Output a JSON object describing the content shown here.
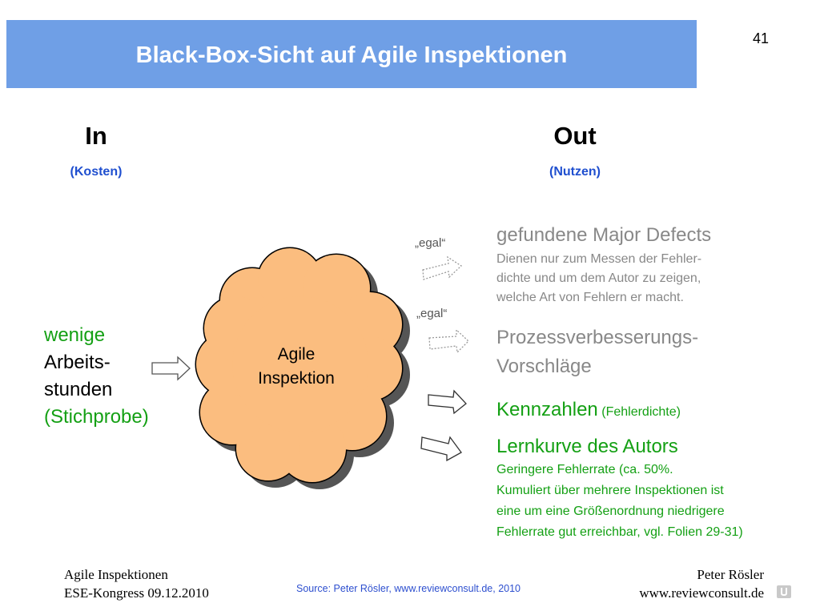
{
  "slide": {
    "title": "Black-Box-Sicht auf Agile Inspektionen",
    "page_number": "41"
  },
  "in_column": {
    "heading": "In",
    "subheading": "(Kosten)",
    "line1": "wenige",
    "line2": "Arbeits-",
    "line3": "stunden",
    "line4": "(Stichprobe)"
  },
  "out_column": {
    "heading": "Out",
    "subheading": "(Nutzen)"
  },
  "center": {
    "line1": "Agile",
    "line2": "Inspektion"
  },
  "labels": {
    "egal_1": "„egal“",
    "egal_2": "„egal“"
  },
  "outputs": {
    "major_defects": {
      "heading": "gefundene Major Defects",
      "body1": "Dienen nur zum Messen der Fehler-",
      "body2": "dichte und um dem Autor zu zeigen,",
      "body3": "welche Art von Fehlern er macht."
    },
    "prozess": {
      "line1": "Prozessverbesserungs-",
      "line2": "Vorschläge"
    },
    "kennzahlen": {
      "heading": "Kennzahlen",
      "suffix": "(Fehlerdichte)"
    },
    "lernkurve": {
      "heading": "Lernkurve des Autors",
      "body1": "Geringere Fehlerrate (ca. 50%.",
      "body2": "Kumuliert über mehrere Inspektionen ist",
      "body3": "eine um eine Größenordnung niedrigere",
      "body4": "Fehlerrate gut erreichbar, vgl. Folien 29-31)"
    }
  },
  "footer": {
    "left_line1": "Agile Inspektionen",
    "left_line2": "ESE-Kongress 09.12.2010",
    "source": "Source: Peter Rösler, www.reviewconsult.de, 2010",
    "right_line1": "Peter Rösler",
    "right_line2": "www.reviewconsult.de"
  },
  "colors": {
    "title_bar": "#6f9fe6",
    "subheading_blue": "#1f4fcf",
    "green": "#14a014",
    "grey": "#888888",
    "cloud_fill": "#fbbd7f"
  }
}
